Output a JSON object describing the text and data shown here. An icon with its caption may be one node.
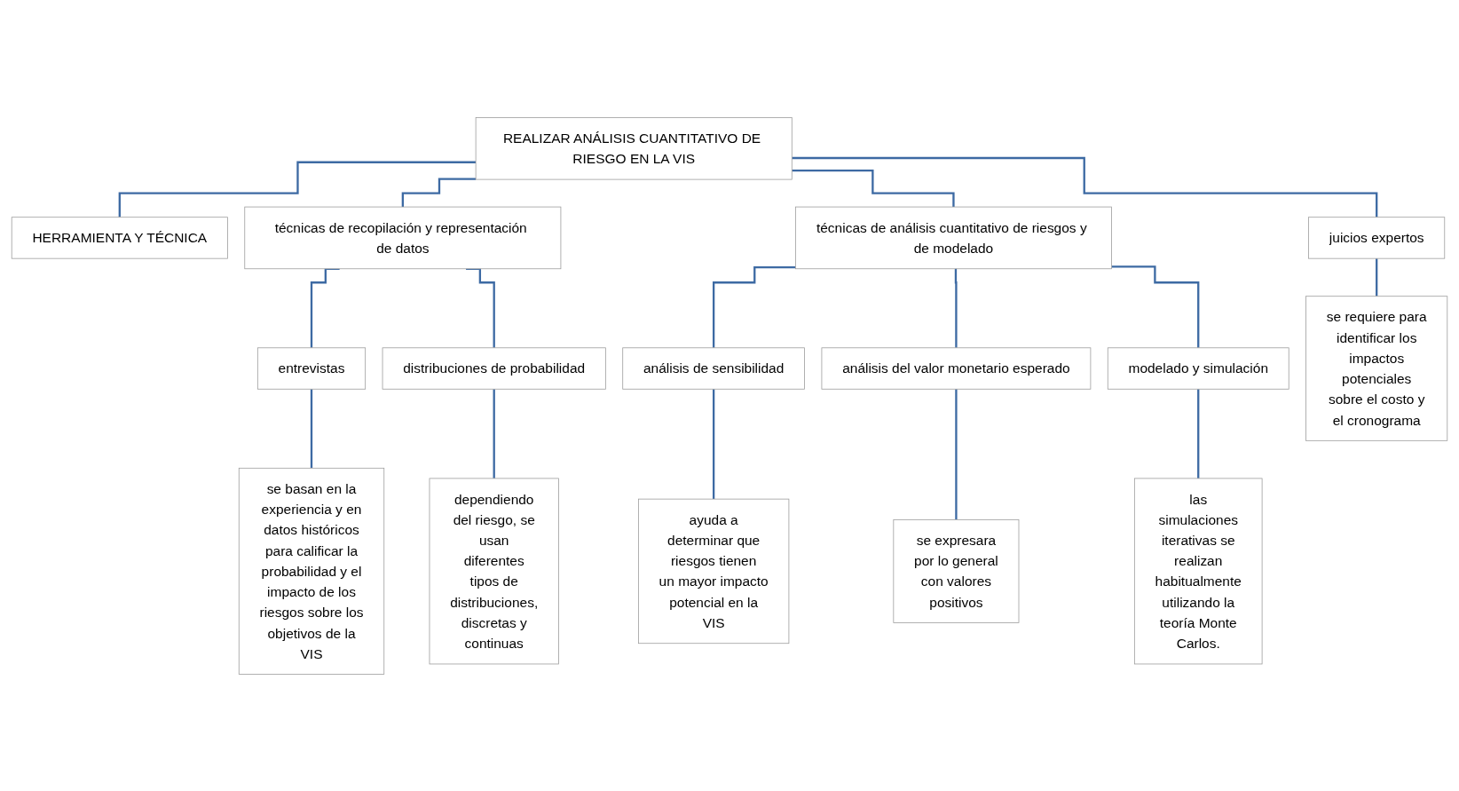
{
  "diagram": {
    "nodes": [
      {
        "text": [
          "REALIZAR ANÁLISIS CUANTITATIVO DE RIESGO EN LA VIS"
        ]
      },
      {
        "text": [
          "HERRAMIENTA Y TÉCNICA"
        ]
      },
      {
        "text": [
          "técnicas de recopilación y representación de datos"
        ]
      },
      {
        "text": [
          "técnicas de análisis cuantitativo de riesgos y de modelado"
        ]
      },
      {
        "text": [
          "juicios expertos"
        ]
      },
      {
        "text": [
          "entrevistas"
        ]
      },
      {
        "text": [
          "distribuciones de probabilidad"
        ]
      },
      {
        "text": [
          "análisis de sensibilidad"
        ]
      },
      {
        "text": [
          "análisis del valor monetario esperado"
        ]
      },
      {
        "text": [
          "modelado y simulación"
        ]
      },
      {
        "text": [
          "se basan en la experiencia y en datos históricos para calificar la probabilidad y el impacto de los riesgos sobre los objetivos de la VIS"
        ]
      },
      {
        "text": [
          "dependiendo del riesgo, se usan diferentes tipos de distribuciones, discretas y continuas"
        ]
      },
      {
        "text": [
          "ayuda a determinar que riesgos tienen un mayor impacto potencial en la VIS"
        ]
      },
      {
        "text": [
          "se expresara por lo general con valores positivos"
        ]
      },
      {
        "text": [
          "las simulaciones iterativas se realizan habitualmente utilizando la teoría Monte Carlos."
        ]
      },
      {
        "text": [
          "se requiere para identificar los impactos potenciales sobre el costo y el cronograma"
        ]
      }
    ],
    "edges": [
      {
        "from": 0,
        "to": 1,
        "arrow": "none"
      },
      {
        "from": 0,
        "to": 2,
        "arrow": "none"
      },
      {
        "from": 0,
        "to": 3,
        "arrow": "none"
      },
      {
        "from": 0,
        "to": 4,
        "arrow": "none"
      },
      {
        "from": 2,
        "to": 5,
        "arrow": "none"
      },
      {
        "from": 2,
        "to": 6,
        "arrow": "none"
      },
      {
        "from": 3,
        "to": 7,
        "arrow": "none"
      },
      {
        "from": 3,
        "to": 8,
        "arrow": "none"
      },
      {
        "from": 3,
        "to": 9,
        "arrow": "none"
      },
      {
        "from": 5,
        "to": 10,
        "arrow": "none"
      },
      {
        "from": 6,
        "to": 11,
        "arrow": "none"
      },
      {
        "from": 7,
        "to": 12,
        "arrow": "none"
      },
      {
        "from": 8,
        "to": 13,
        "arrow": "none"
      },
      {
        "from": 9,
        "to": 14,
        "arrow": "none"
      },
      {
        "from": 4,
        "to": 15,
        "arrow": "none"
      }
    ]
  }
}
